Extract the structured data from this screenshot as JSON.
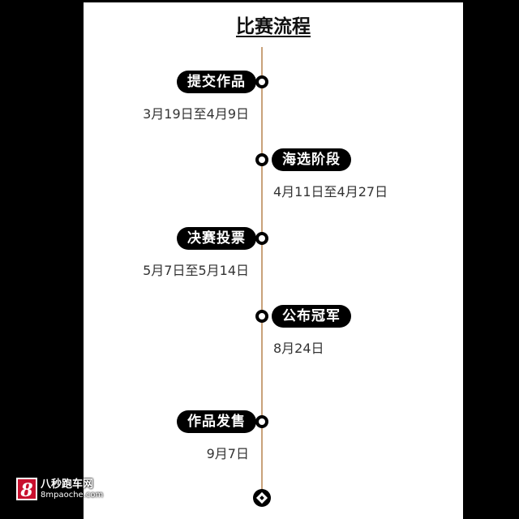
{
  "title": "比赛流程",
  "stages": [
    {
      "label": "提交作品",
      "date": "3月19日至4月9日",
      "side": "left"
    },
    {
      "label": "海选阶段",
      "date": "4月11日至4月27日",
      "side": "right"
    },
    {
      "label": "决赛投票",
      "date": "5月7日至5月14日",
      "side": "left"
    },
    {
      "label": "公布冠军",
      "date": "8月24日",
      "side": "right"
    },
    {
      "label": "作品发售",
      "date": "9月7日",
      "side": "left"
    }
  ],
  "watermark": {
    "badge": "8",
    "name": "八秒跑车网",
    "url": "8mpaoche.com"
  },
  "colors": {
    "background": "#000000",
    "panel": "#ffffff",
    "pill": "#000000",
    "line": "#c9a27a",
    "watermark_badge": "#c8102e"
  },
  "icons": {
    "stage_node": "ring-dot-icon",
    "end_marker": "diamond-end-icon"
  }
}
